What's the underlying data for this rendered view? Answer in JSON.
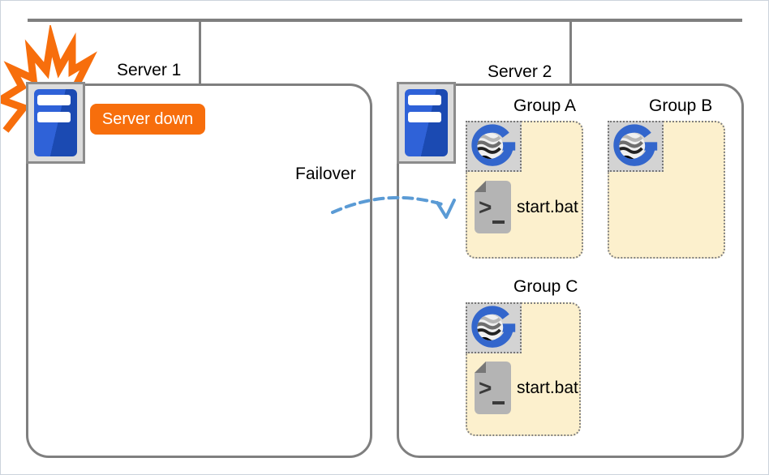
{
  "diagram": {
    "servers": [
      {
        "label": "Server 1",
        "status_badge": "Server down"
      },
      {
        "label": "Server 2"
      }
    ],
    "failover": {
      "label": "Failover"
    },
    "groups": [
      {
        "name": "Group A",
        "script": "start.bat"
      },
      {
        "name": "Group B"
      },
      {
        "name": "Group C",
        "script": "start.bat"
      }
    ],
    "colors": {
      "accent_orange": "#f76e0c",
      "group_fill_cream": "#fcf0cd",
      "logo_blue": "#3366cc",
      "line_gray": "#7f7f7f",
      "arrow_blue": "#5b9bd5",
      "server_blue": "#2f62d8"
    }
  }
}
